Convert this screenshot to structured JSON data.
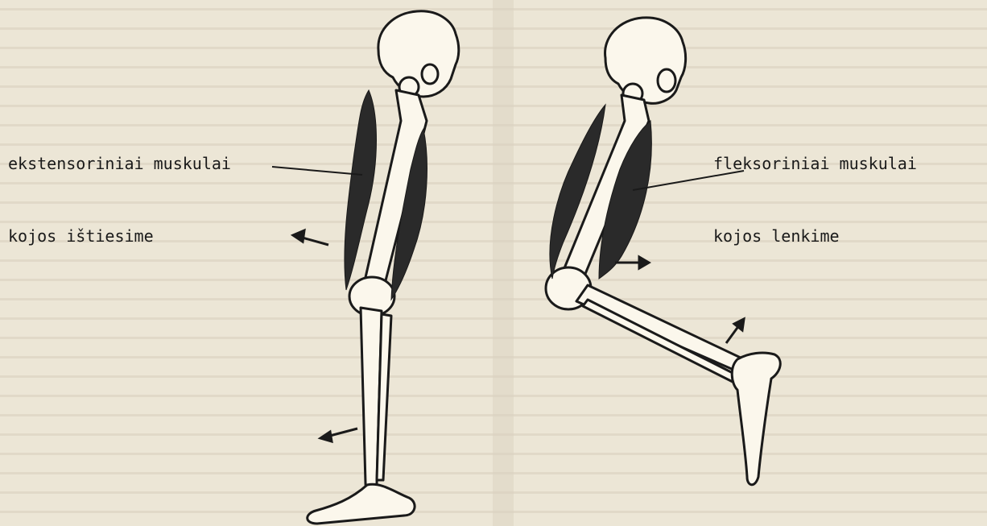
{
  "colors": {
    "paper": "#ece6d6",
    "ink": "#1a1a1a",
    "bone_fill": "#fbf7ec",
    "muscle": "#2a2a2a",
    "bleed_through_text": "#d8d0be"
  },
  "labels": {
    "extensor": {
      "line1": "ekstensoriniai muskulai",
      "line2": "kojos ištiesime"
    },
    "flexor": {
      "line1": "fleksoriniai muskulai",
      "line2": "kojos lenkime"
    }
  }
}
